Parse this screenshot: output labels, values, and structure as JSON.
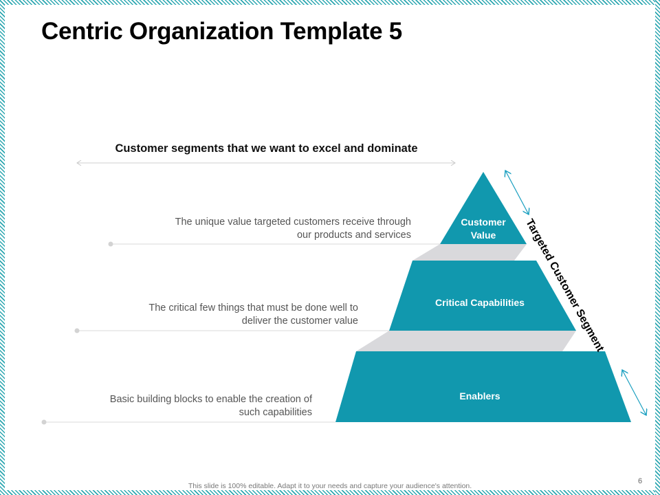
{
  "slide": {
    "title": "Centric Organization Template 5",
    "subtitle": "Customer segments that we want to excel and dominate",
    "side_label": "Targeted Customer Segment",
    "footer": "This slide is 100% editable. Adapt it to your needs and capture your audience's attention.",
    "page_number": "6"
  },
  "tiers": [
    {
      "label_line1": "Customer",
      "label_line2": "Value",
      "description_line1": "The unique value targeted customers receive through",
      "description_line2": "our products and services"
    },
    {
      "label_line1": "Critical Capabilities",
      "label_line2": "",
      "description_line1": "The critical few things that must be done well to",
      "description_line2": "deliver the customer value"
    },
    {
      "label_line1": "Enablers",
      "label_line2": "",
      "description_line1": "Basic building blocks to enable the creation of",
      "description_line2": "such capabilities"
    }
  ],
  "colors": {
    "tier_fill": "#1198ae",
    "connector_fill": "#d9d9dc",
    "arrow_color": "#1a9fc0",
    "guide_line": "#d8d8d8",
    "frame": "#2aa6b0"
  }
}
